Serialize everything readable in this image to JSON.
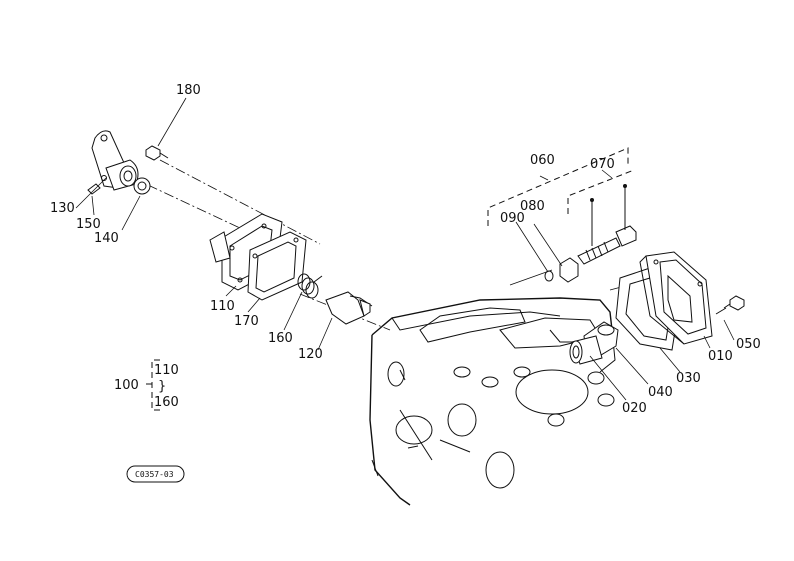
{
  "labels": {
    "p180": "180",
    "p130": "130",
    "p150": "150",
    "p140": "140",
    "p110": "110",
    "p170": "170",
    "p160": "160",
    "p120": "120",
    "p060": "060",
    "p070": "070",
    "p080": "080",
    "p090": "090",
    "p010": "010",
    "p050": "050",
    "p030": "030",
    "p040": "040",
    "p020": "020",
    "group_main": "100",
    "group_from": "110",
    "group_sep": "}",
    "group_to": "160"
  },
  "drawing_code": "C0357-03"
}
